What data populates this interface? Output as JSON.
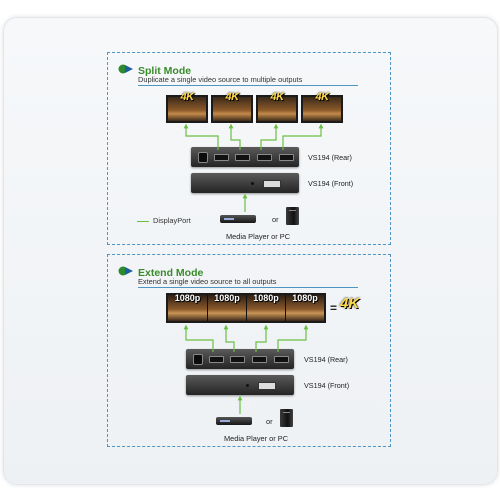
{
  "split": {
    "title": "Split Mode",
    "description": "Duplicate a single video source to multiple outputs",
    "screens": [
      "4K",
      "4K",
      "4K",
      "4K"
    ],
    "rear_label": "VS194 (Rear)",
    "front_label": "VS194 (Front)",
    "or_text": "or",
    "source_label": "Media Player or PC"
  },
  "legend": {
    "label": "DisplayPort",
    "color": "#6bbf45"
  },
  "extend": {
    "title": "Extend Mode",
    "description": "Extend a single video source to all outputs",
    "segments": [
      "1080p",
      "1080p",
      "1080p",
      "1080p"
    ],
    "equals": "=",
    "result_badge": "4K",
    "rear_label": "VS194 (Rear)",
    "front_label": "VS194 (Front)",
    "or_text": "or",
    "source_label": "Media Player or PC"
  },
  "colors": {
    "title_green": "#3a8b2b",
    "panel_border": "#4f95c4",
    "badge_yellow": "#ffd84a"
  },
  "icons": {
    "mode_arrow": "arrow-right-icon",
    "media_player": "media-player-icon",
    "pc": "pc-tower-icon"
  }
}
